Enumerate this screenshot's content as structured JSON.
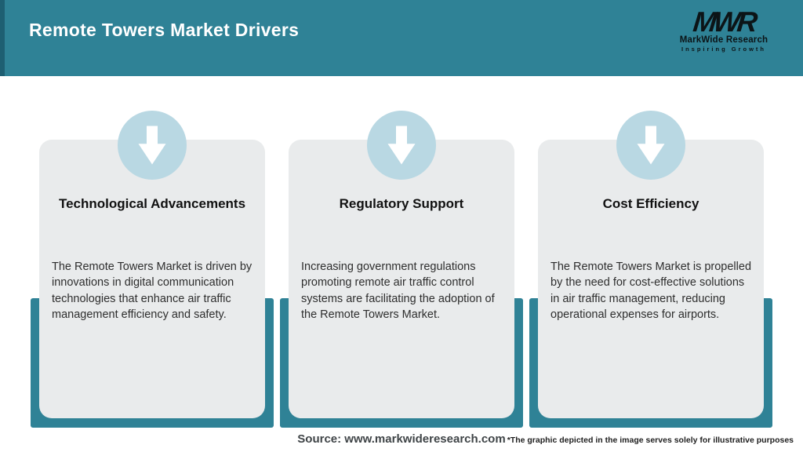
{
  "header": {
    "title": "Remote Towers Market Drivers",
    "logo": {
      "monogram": "MWR",
      "name": "MarkWide Research",
      "tagline": "Inspiring Growth"
    }
  },
  "cards": [
    {
      "title": "Technological Advancements",
      "description": "The Remote Towers Market is driven by innovations in digital communication technologies that enhance air traffic management efficiency and safety.",
      "icon": "down-arrow-icon"
    },
    {
      "title": "Regulatory Support",
      "description": "Increasing government regulations promoting remote air traffic control systems are facilitating the adoption of the Remote Towers Market.",
      "icon": "down-arrow-icon"
    },
    {
      "title": "Cost Efficiency",
      "description": "The Remote Towers Market is propelled by the need for cost-effective solutions in air traffic management, reducing operational expenses for airports.",
      "icon": "down-arrow-icon"
    }
  ],
  "footer": {
    "source": "Source: www.markwideresearch.com",
    "disclaimer": "*The graphic depicted in the image serves solely for illustrative purposes"
  },
  "colors": {
    "teal": "#2f8296",
    "teal_dark_edge": "#1e5f72",
    "icon_circle_blue": "#b9d8e3",
    "card_background": "#e9ebec",
    "title_text": "#ffffff",
    "body_text": "#2e2e2e"
  }
}
